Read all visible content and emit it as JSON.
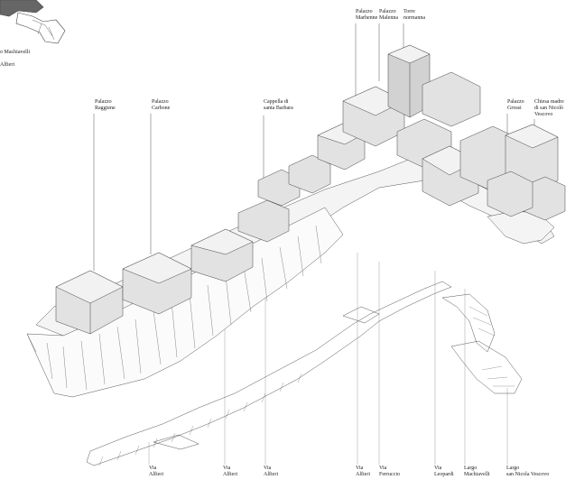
{
  "corner_label": {
    "line1": "o Machiavelli",
    "line2": "Alfieri"
  },
  "top_labels": [
    {
      "text": "Palazzo\nRaggiene"
    },
    {
      "text": "Palazzo\nCarbone"
    },
    {
      "text": "Cappella di\nsanta Barbara"
    },
    {
      "text": "Palazzo\nMarhenne"
    },
    {
      "text": "Palazzo\nMalenna"
    },
    {
      "text": "Torre\nnormanna"
    },
    {
      "text": "Palazzo\nGrossi"
    },
    {
      "text": "Chiesa madre\ndi san Nicolò\nVescovo"
    }
  ],
  "bottom_labels": [
    {
      "text": "Via\nAlfieri"
    },
    {
      "text": "Via\nAlfieri"
    },
    {
      "text": "Via\nAlfieri"
    },
    {
      "text": "Via\nAlfieri"
    },
    {
      "text": "Via\nFerruccio"
    },
    {
      "text": "Via\nLeopardi"
    },
    {
      "text": "Largo\nMachiavelli"
    },
    {
      "text": "Largo\nsan Nicola Vescovo"
    }
  ]
}
